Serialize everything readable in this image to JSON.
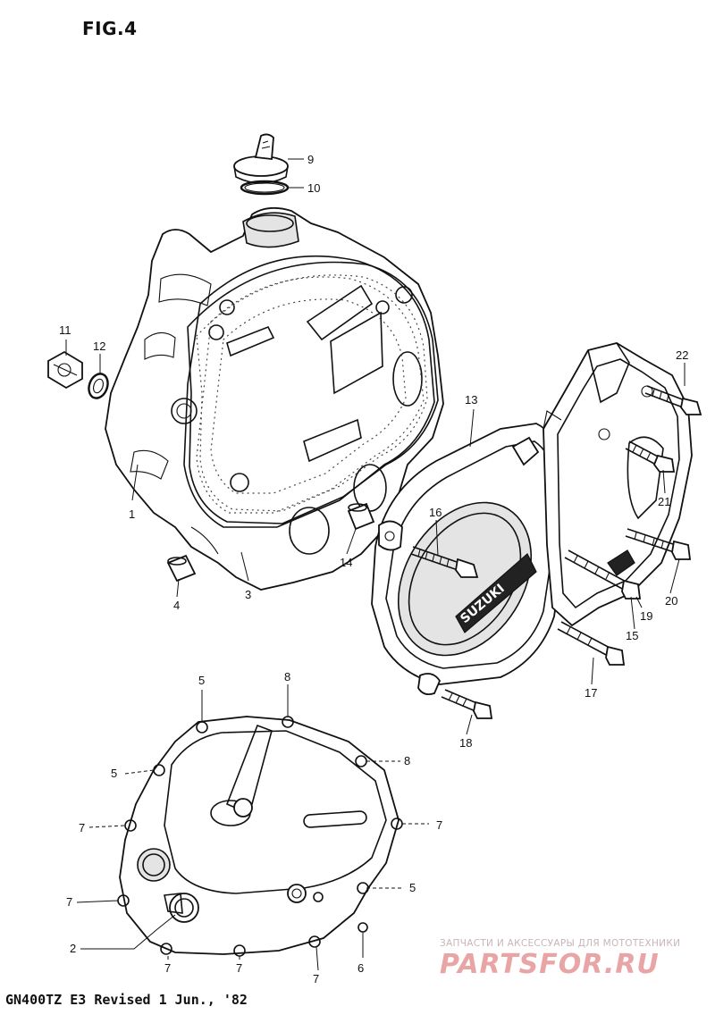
{
  "figure": {
    "title": "FIG.4"
  },
  "footer": {
    "text": "GN400TZ E3 Revised 1 Jun., '82"
  },
  "watermark": {
    "caption": "ЗАПЧАСТИ И АКСЕССУАРЫ ДЛЯ МОТОТЕХНИКИ",
    "logo": "PARTSFOR.RU"
  },
  "badge": {
    "text": "SUZUKI"
  },
  "callouts": [
    {
      "id": "c9",
      "label": "9"
    },
    {
      "id": "c10",
      "label": "10"
    },
    {
      "id": "c11",
      "label": "11"
    },
    {
      "id": "c12",
      "label": "12"
    },
    {
      "id": "c1",
      "label": "1"
    },
    {
      "id": "c4",
      "label": "4"
    },
    {
      "id": "c3",
      "label": "3"
    },
    {
      "id": "c14",
      "label": "14"
    },
    {
      "id": "c13",
      "label": "13"
    },
    {
      "id": "c16",
      "label": "16"
    },
    {
      "id": "c22",
      "label": "22"
    },
    {
      "id": "c21",
      "label": "21"
    },
    {
      "id": "c20",
      "label": "20"
    },
    {
      "id": "c19",
      "label": "19"
    },
    {
      "id": "c15",
      "label": "15"
    },
    {
      "id": "c17",
      "label": "17"
    },
    {
      "id": "c18",
      "label": "18"
    },
    {
      "id": "c5a",
      "label": "5"
    },
    {
      "id": "c8a",
      "label": "8"
    },
    {
      "id": "c5b",
      "label": "5"
    },
    {
      "id": "c8b",
      "label": "8"
    },
    {
      "id": "c7a",
      "label": "7"
    },
    {
      "id": "c7b",
      "label": "7"
    },
    {
      "id": "c7c",
      "label": "7"
    },
    {
      "id": "c5c",
      "label": "5"
    },
    {
      "id": "c2",
      "label": "2"
    },
    {
      "id": "c6",
      "label": "6"
    },
    {
      "id": "c7d",
      "label": "7"
    },
    {
      "id": "c7e",
      "label": "7"
    },
    {
      "id": "c7f",
      "label": "7"
    }
  ]
}
